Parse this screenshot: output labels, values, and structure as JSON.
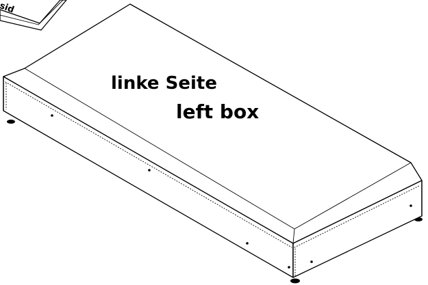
{
  "labels": {
    "german": "linke Seite",
    "english": "left box"
  },
  "sticker": {
    "text": "sid"
  },
  "colors": {
    "line": "#000000",
    "background": "#ffffff"
  }
}
